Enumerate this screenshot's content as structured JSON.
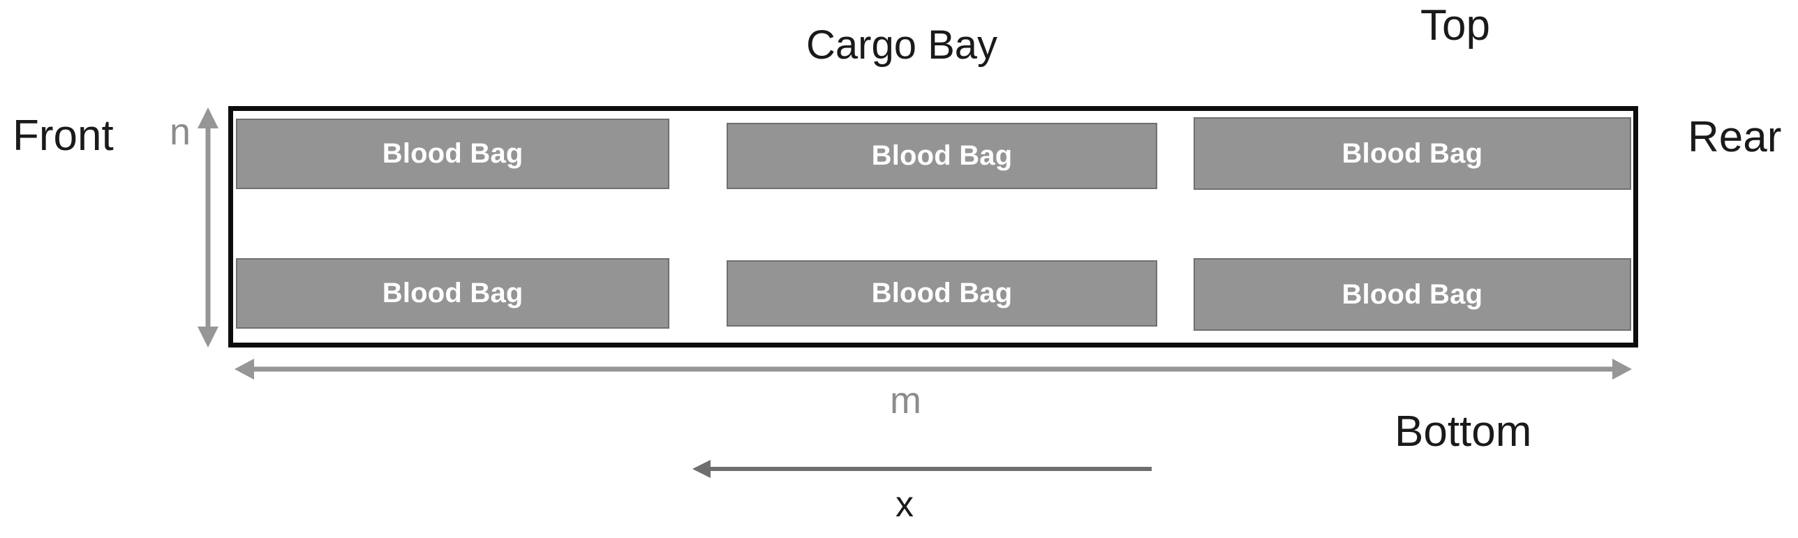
{
  "diagram": {
    "title": "Cargo Bay",
    "orientation_labels": {
      "front": "Front",
      "rear": "Rear",
      "top": "Top",
      "bottom": "Bottom"
    },
    "dimension_labels": {
      "height": "n",
      "width": "m",
      "offset": "x"
    },
    "cargo_bay": {
      "label": "Cargo Bay",
      "groups": [
        {
          "rows": [
            {
              "label": "Blood Bag"
            },
            {
              "label": "Blood Bag"
            }
          ]
        },
        {
          "rows": [
            {
              "label": "Blood Bag"
            },
            {
              "label": "Blood Bag"
            }
          ]
        },
        {
          "rows": [
            {
              "label": "Blood Bag"
            },
            {
              "label": "Blood Bag"
            }
          ]
        }
      ]
    },
    "colors": {
      "bag_fill": "#949494",
      "bag_border": "#6f6f6f",
      "bag_text": "#ffffff",
      "bay_border": "#0d0d0d",
      "arrow_gray": "#969696",
      "arrow_dark": "#6e6e6e",
      "label_text": "#1a1a1a",
      "label_muted": "#8c8c8c",
      "background": "#ffffff"
    },
    "icons": {
      "height_arrow": "double-headed-vertical-arrow-icon",
      "width_arrow": "double-headed-horizontal-arrow-icon",
      "offset_arrow": "left-pointing-horizontal-arrow-icon"
    }
  }
}
